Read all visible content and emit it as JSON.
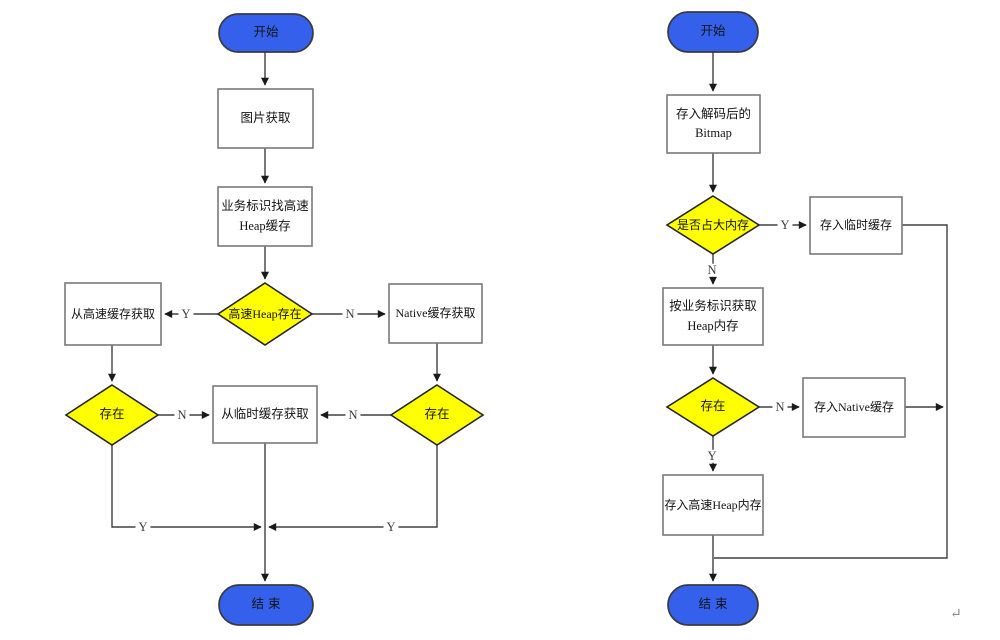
{
  "colors": {
    "terminal_fill": "#3560ec",
    "decision_fill": "#ffff00",
    "process_fill": "#ffffff",
    "line": "#404040"
  },
  "left_flow": {
    "start": "开始",
    "end": "结束",
    "nodes": {
      "fetch_image": "图片获取",
      "find_heap_l1": "业务标识找高速",
      "find_heap_l2": "Heap缓存",
      "heap_exists": "高速Heap存在",
      "get_from_heap": "从高速缓存获取",
      "get_from_native": "Native缓存获取",
      "exists_left": "存在",
      "get_from_temp": "从临时缓存获取",
      "exists_right": "存在"
    },
    "edge_labels": {
      "heap_yes": "Y",
      "heap_no": "N",
      "left_no": "N",
      "right_no": "N",
      "left_yes": "Y",
      "right_yes": "Y"
    }
  },
  "right_flow": {
    "start": "开始",
    "end": "结束",
    "nodes": {
      "store_bitmap_l1": "存入解码后的",
      "store_bitmap_l2": "Bitmap",
      "big_memory": "是否占大内存",
      "store_temp": "存入临时缓存",
      "get_heap_l1": "按业务标识获取",
      "get_heap_l2": "Heap内存",
      "exists": "存在",
      "store_native": "存入Native缓存",
      "store_heap": "存入高速Heap内存"
    },
    "edge_labels": {
      "big_yes": "Y",
      "big_no": "N",
      "exists_no": "N",
      "exists_yes": "Y"
    }
  },
  "misc": {
    "return_mark": "↵"
  }
}
